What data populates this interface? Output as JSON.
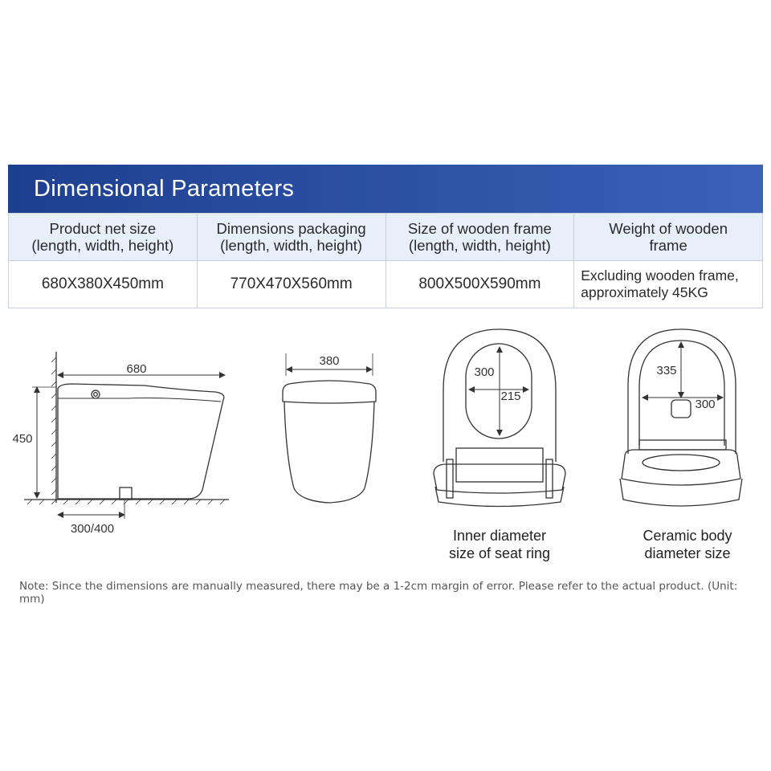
{
  "title": "Dimensional Parameters",
  "table": {
    "headers": [
      [
        "Product net size",
        "(length, width, height)"
      ],
      [
        "Dimensions packaging",
        "(length, width, height)"
      ],
      [
        "Size of wooden frame",
        "(length, width, height)"
      ],
      [
        "Weight of wooden",
        "frame"
      ]
    ],
    "values": [
      [
        "680X380X450mm"
      ],
      [
        "770X470X560mm"
      ],
      [
        "800X500X590mm"
      ],
      [
        "Excluding wooden frame,",
        "approximately 45KG"
      ]
    ]
  },
  "diagrams": {
    "side": {
      "length": "680",
      "height": "450",
      "drain": "300/400"
    },
    "front": {
      "width": "380"
    },
    "seat": {
      "d1": "300",
      "d2": "215",
      "caption": [
        "Inner diameter",
        "size of seat ring"
      ]
    },
    "body": {
      "d1": "335",
      "d2": "300",
      "caption": [
        "Ceramic body",
        "diameter size"
      ]
    }
  },
  "note": "Note: Since the dimensions are manually measured, there may be a 1-2cm margin of error. Please refer to the actual product. (Unit: mm)"
}
